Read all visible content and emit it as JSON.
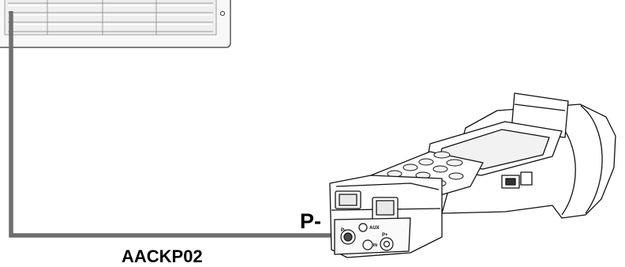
{
  "labels": {
    "port": "P-",
    "cable": "AACKP02"
  },
  "device": {
    "port_labels": {
      "p_minus": "P-",
      "aux": "AUX",
      "p_plus": "P+",
      "in": "IN"
    }
  },
  "colors": {
    "tube": "#6e6e6e",
    "outline": "#111111",
    "grille": "#f7f7f7",
    "text": "#000000"
  },
  "icons": [
    "air-vent-grille",
    "flue-gas-analyzer",
    "pressure-port"
  ]
}
